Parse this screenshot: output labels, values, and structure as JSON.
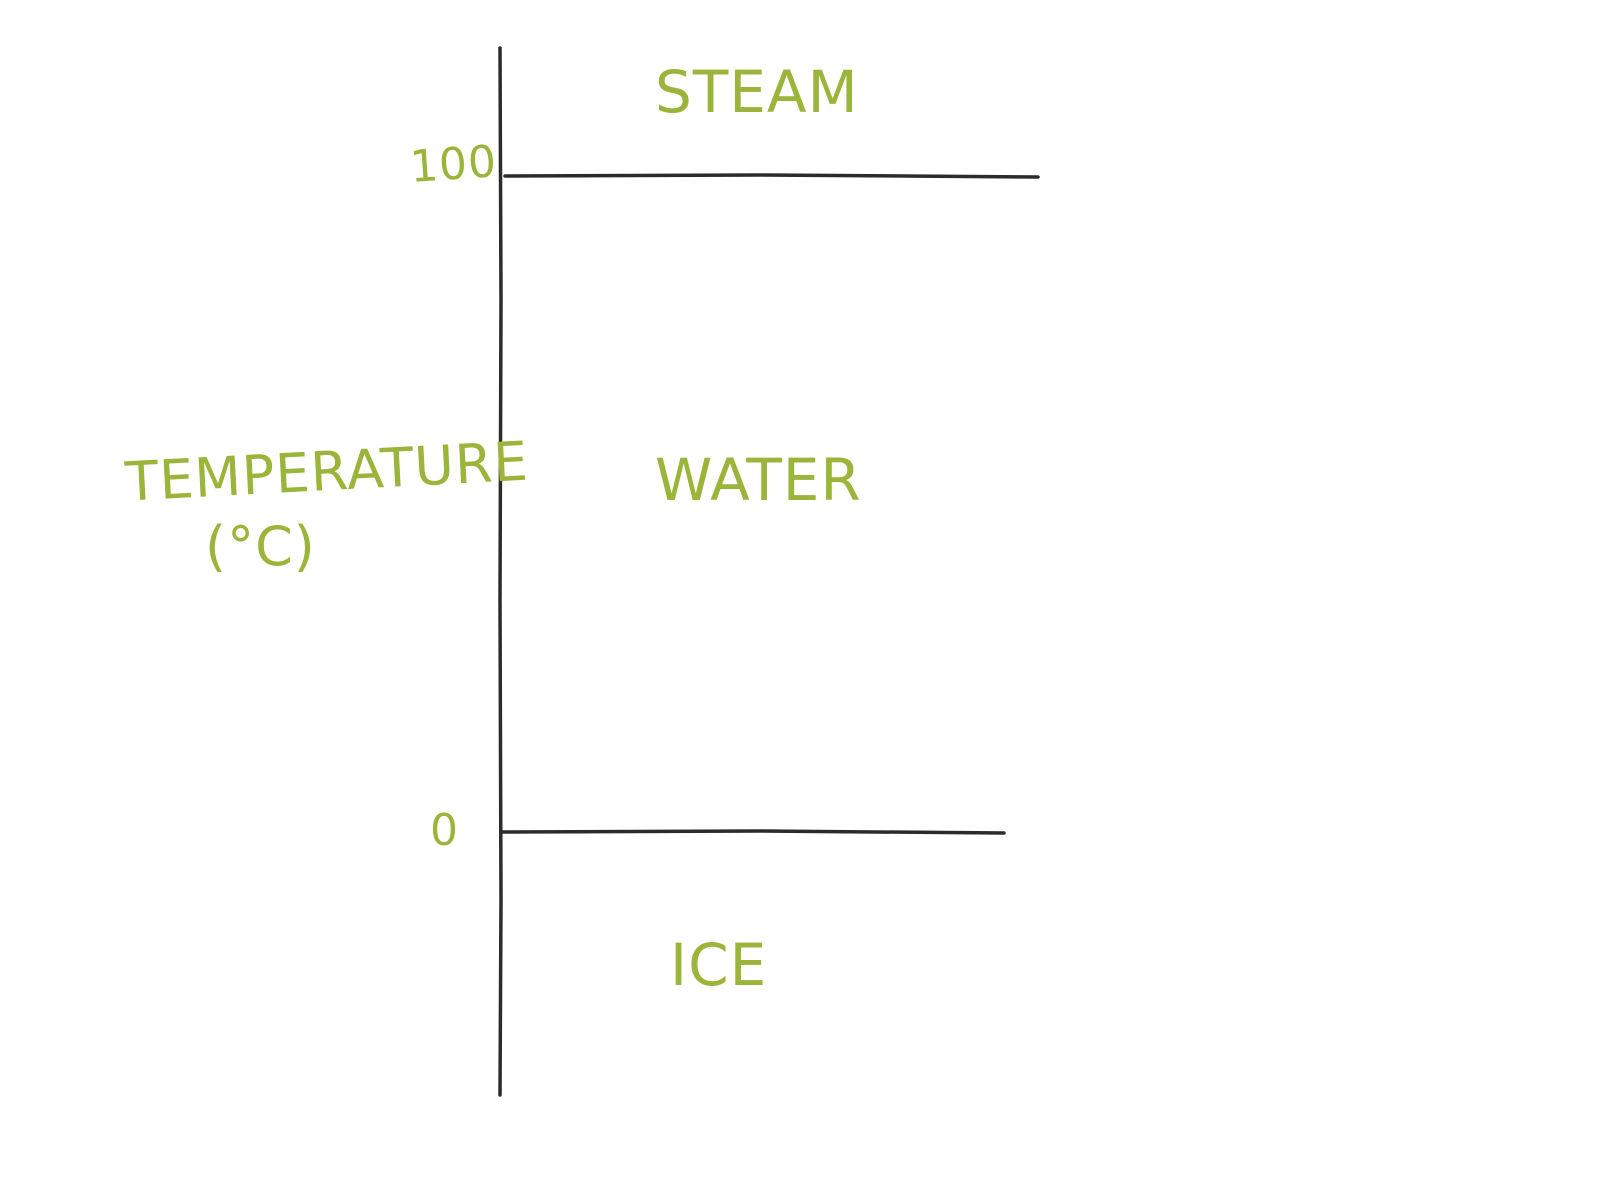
{
  "diagram": {
    "accent_color": "#9ab53a",
    "line_color": "#2b2b2b",
    "axis_label_line1": "Temperature",
    "axis_label_line2": "(°C)",
    "tick_upper": "100",
    "tick_lower": "0",
    "regions": {
      "top": "Steam",
      "middle": "Water",
      "bottom": "Ice"
    }
  }
}
